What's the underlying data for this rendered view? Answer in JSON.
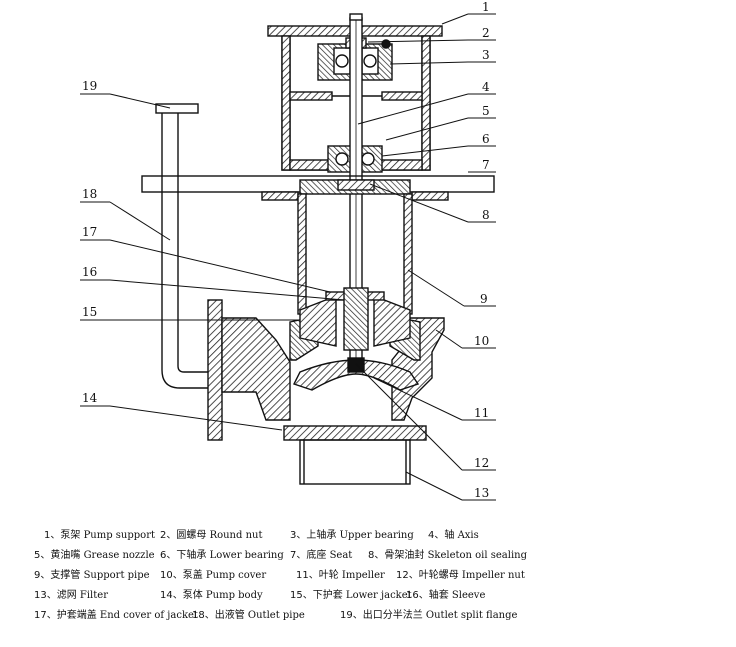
{
  "diagram": {
    "callout_numbers": [
      "1",
      "2",
      "3",
      "4",
      "5",
      "6",
      "7",
      "8",
      "9",
      "10",
      "11",
      "12",
      "13",
      "14",
      "15",
      "16",
      "17",
      "18",
      "19"
    ]
  },
  "legend": [
    {
      "zh": "1、泵架",
      "en": "Pump support"
    },
    {
      "zh": "2、圆螺母",
      "en": "Round nut"
    },
    {
      "zh": "3、上轴承",
      "en": "Upper bearing"
    },
    {
      "zh": "4、轴",
      "en": "Axis"
    },
    {
      "zh": "5、黄油嘴",
      "en": "Grease nozzle"
    },
    {
      "zh": "6、下轴承",
      "en": "Lower bearing"
    },
    {
      "zh": "7、底座",
      "en": "Seat"
    },
    {
      "zh": "8、骨架油封",
      "en": "Skeleton oil sealing"
    },
    {
      "zh": "9、支撑管",
      "en": "Support pipe"
    },
    {
      "zh": "10、泵盖",
      "en": "Pump cover"
    },
    {
      "zh": "11、叶轮",
      "en": "Impeller"
    },
    {
      "zh": "12、叶轮螺母",
      "en": "Impeller nut"
    },
    {
      "zh": "13、滤网",
      "en": "Filter"
    },
    {
      "zh": "14、泵体",
      "en": "Pump body"
    },
    {
      "zh": "15、下护套",
      "en": "Lower jacket"
    },
    {
      "zh": "16、轴套",
      "en": "Sleeve"
    },
    {
      "zh": "17、护套端盖",
      "en": "End cover of jacket"
    },
    {
      "zh": "18、出液管",
      "en": "Outlet pipe"
    },
    {
      "zh": "19、出口分半法兰",
      "en": "Outlet split flange"
    }
  ],
  "colors": {
    "line": "#111111",
    "hatch": "#222222",
    "background": "#ffffff"
  }
}
